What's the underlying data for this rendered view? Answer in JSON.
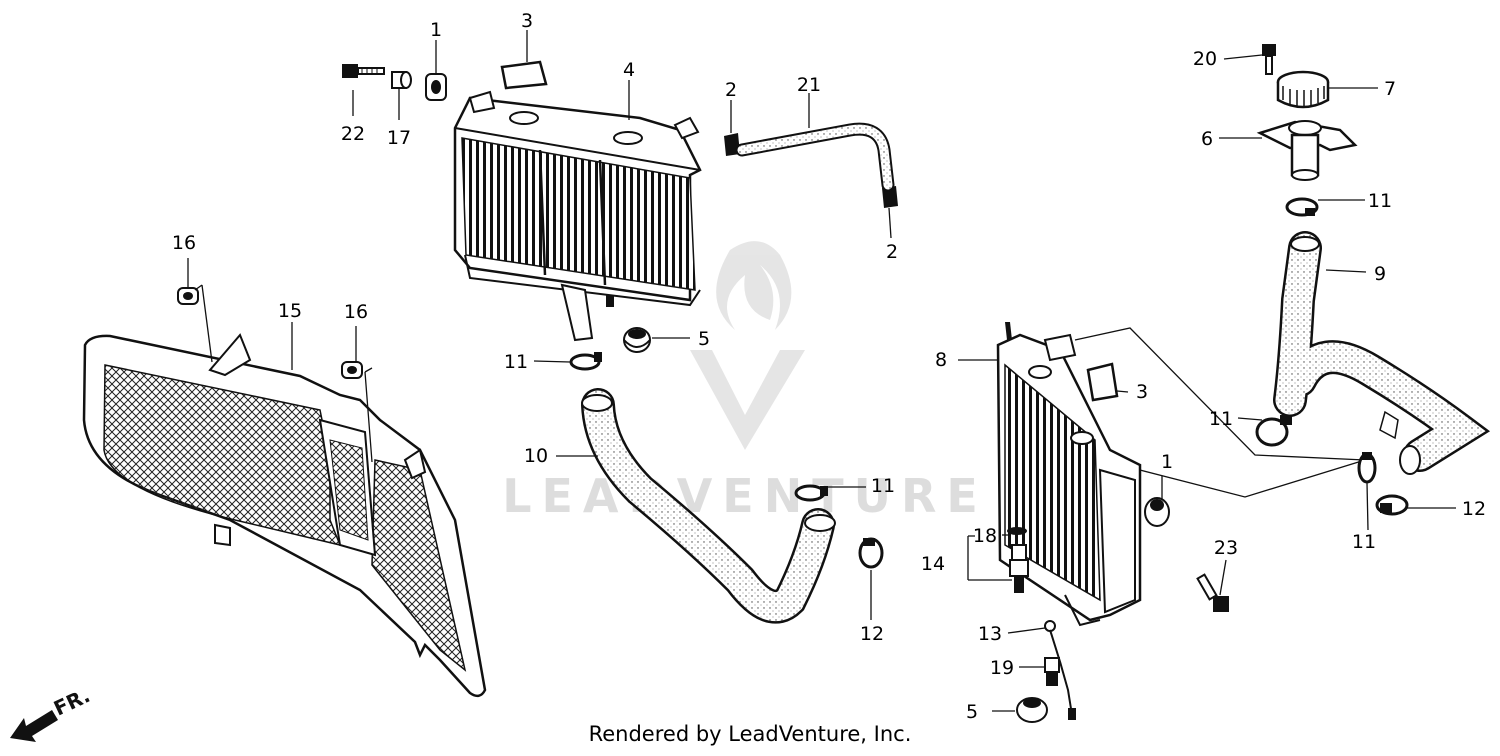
{
  "callouts": {
    "c1a": "1",
    "c1b": "1",
    "c2a": "2",
    "c2b": "2",
    "c3a": "3",
    "c3b": "3",
    "c4": "4",
    "c5a": "5",
    "c5b": "5",
    "c6": "6",
    "c7": "7",
    "c8": "8",
    "c9": "9",
    "c10": "10",
    "c11a": "11",
    "c11b": "11",
    "c11c": "11",
    "c11d": "11",
    "c11e": "11",
    "c12a": "12",
    "c12b": "12",
    "c13": "13",
    "c14": "14",
    "c15": "15",
    "c16a": "16",
    "c16b": "16",
    "c17": "17",
    "c18": "18",
    "c19": "19",
    "c20": "20",
    "c21": "21",
    "c22": "22",
    "c23": "23"
  },
  "direction_label": "FR.",
  "watermark": "LEADVENTURE",
  "footer": "Rendered by LeadVenture, Inc."
}
